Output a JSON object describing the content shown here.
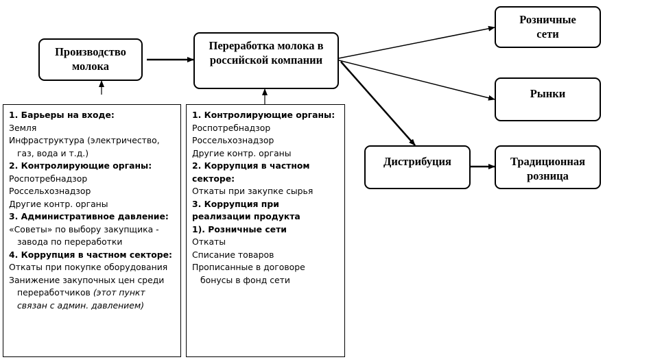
{
  "nodes": {
    "production": "Производство молока",
    "processing": "Переработка молока в российской компании",
    "retail_chains": "Розничные сети",
    "markets": "Рынки",
    "distribution": "Дистрибуция",
    "traditional": "Традиционная розница"
  },
  "left_panel": {
    "h1": "1. Барьеры на входе:",
    "l1": "Земля",
    "l2a": "Инфраструктура (электричество,",
    "l2b": "газ, вода и т.д.)",
    "h2": "2. Контролирующие органы:",
    "l3": "Роспотребнадзор",
    "l4": "Россельхознадзор",
    "l5": "Другие контр. органы",
    "h3": "3. Административное давление:",
    "l6a": "«Советы» по выбору закупщика -",
    "l6b": "завода по переработки",
    "h4": "4. Коррупция в частном секторе:",
    "l7": "Откаты при покупке оборудования",
    "l8a": "Занижение закупочных цен среди",
    "l8b": "переработчиков",
    "l8c": "(этот пункт",
    "l8d": "связан с админ. давлением)"
  },
  "right_panel": {
    "h1": "1. Контролирующие органы:",
    "l1": "Роспотребнадзор",
    "l2": "Россельхознадзор",
    "l3": "Другие контр. органы",
    "h2a": "2. Коррупция в частном",
    "h2b": "секторе:",
    "l4": "Откаты при закупке сырья",
    "h3a": "3. Коррупция при",
    "h3b": "реализации продукта",
    "h4": "1). Розничные сети",
    "l5": "Откаты",
    "l6": "Списание товаров",
    "l7a": "Прописанные в договоре",
    "l7b": "бонусы в фонд сети"
  }
}
